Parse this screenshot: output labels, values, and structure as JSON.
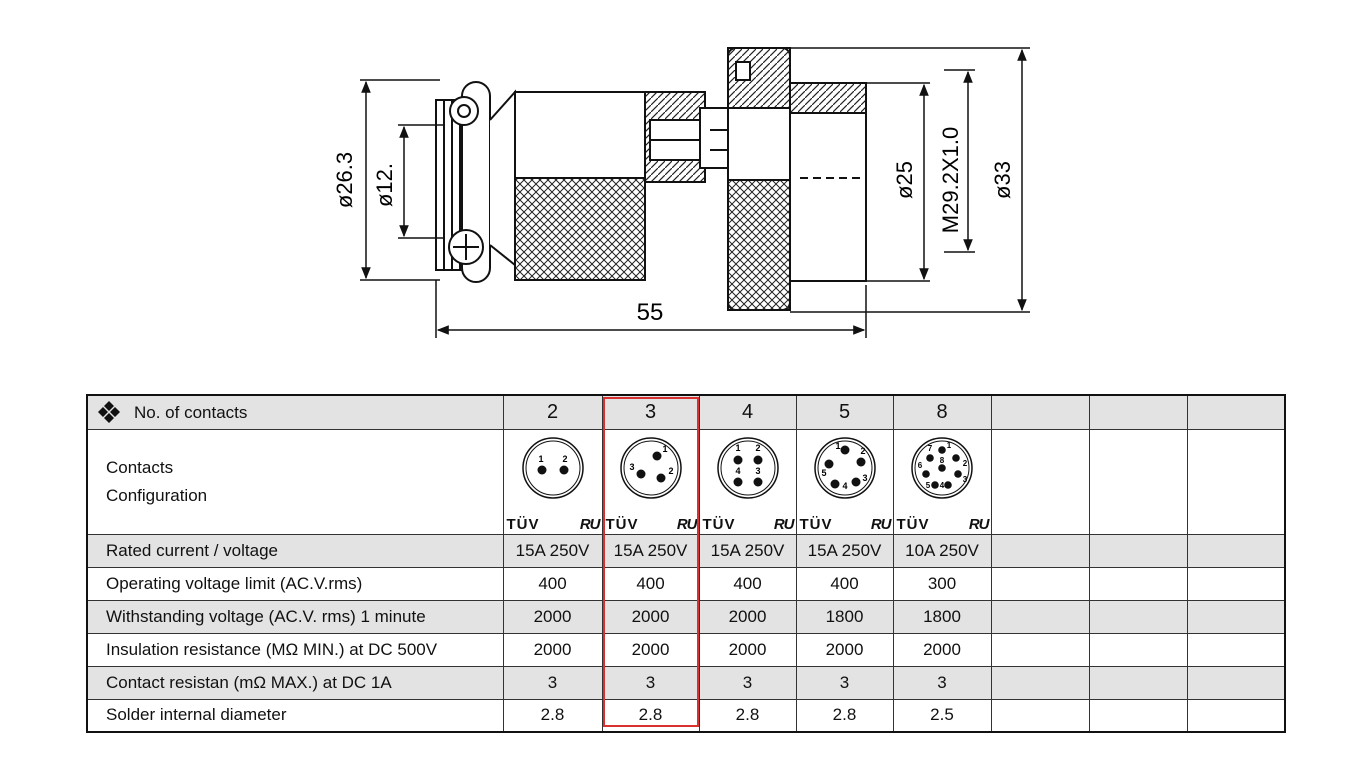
{
  "drawing": {
    "dimensions": {
      "body_diameter": "ø26.3",
      "cable_diameter": "ø12.",
      "length": "55",
      "front_diameter": "ø25",
      "thread": "M29.2X1.0",
      "nut_diameter": "ø33"
    }
  },
  "table": {
    "header_label": "No. of contacts",
    "config_label_line1": "Contacts",
    "config_label_line2": "Configuration",
    "contacts": [
      "2",
      "3",
      "4",
      "5",
      "8"
    ],
    "certifications": {
      "tuv": "TÜV",
      "ul": "RU"
    },
    "pin_layouts": [
      {
        "contacts": "2",
        "pin_labels": [
          "1",
          "2"
        ]
      },
      {
        "contacts": "3",
        "pin_labels": [
          "1",
          "2",
          "3"
        ]
      },
      {
        "contacts": "4",
        "pin_labels": [
          "1",
          "2",
          "3",
          "4"
        ]
      },
      {
        "contacts": "5",
        "pin_labels": [
          "1",
          "2",
          "3",
          "4",
          "5"
        ]
      },
      {
        "contacts": "8",
        "pin_labels": [
          "1",
          "2",
          "3",
          "4",
          "5",
          "6",
          "7",
          "8"
        ]
      }
    ],
    "rows": [
      {
        "label": "Rated current / voltage",
        "values": [
          "15A 250V",
          "15A 250V",
          "15A 250V",
          "15A 250V",
          "10A 250V"
        ]
      },
      {
        "label": "Operating voltage limit (AC.V.rms)",
        "values": [
          "400",
          "400",
          "400",
          "400",
          "300"
        ]
      },
      {
        "label": "Withstanding voltage (AC.V. rms) 1 minute",
        "values": [
          "2000",
          "2000",
          "2000",
          "1800",
          "1800"
        ]
      },
      {
        "label": "Insulation resistance (MΩ MIN.) at DC 500V",
        "values": [
          "2000",
          "2000",
          "2000",
          "2000",
          "2000"
        ]
      },
      {
        "label": "Contact resistan (mΩ MAX.) at DC 1A",
        "values": [
          "3",
          "3",
          "3",
          "3",
          "3"
        ]
      },
      {
        "label": "Solder internal diameter",
        "values": [
          "2.8",
          "2.8",
          "2.8",
          "2.8",
          "2.5"
        ]
      }
    ],
    "highlighted_contacts": "3",
    "highlight_color": "#d93030",
    "shade_color": "#e3e3e3"
  }
}
